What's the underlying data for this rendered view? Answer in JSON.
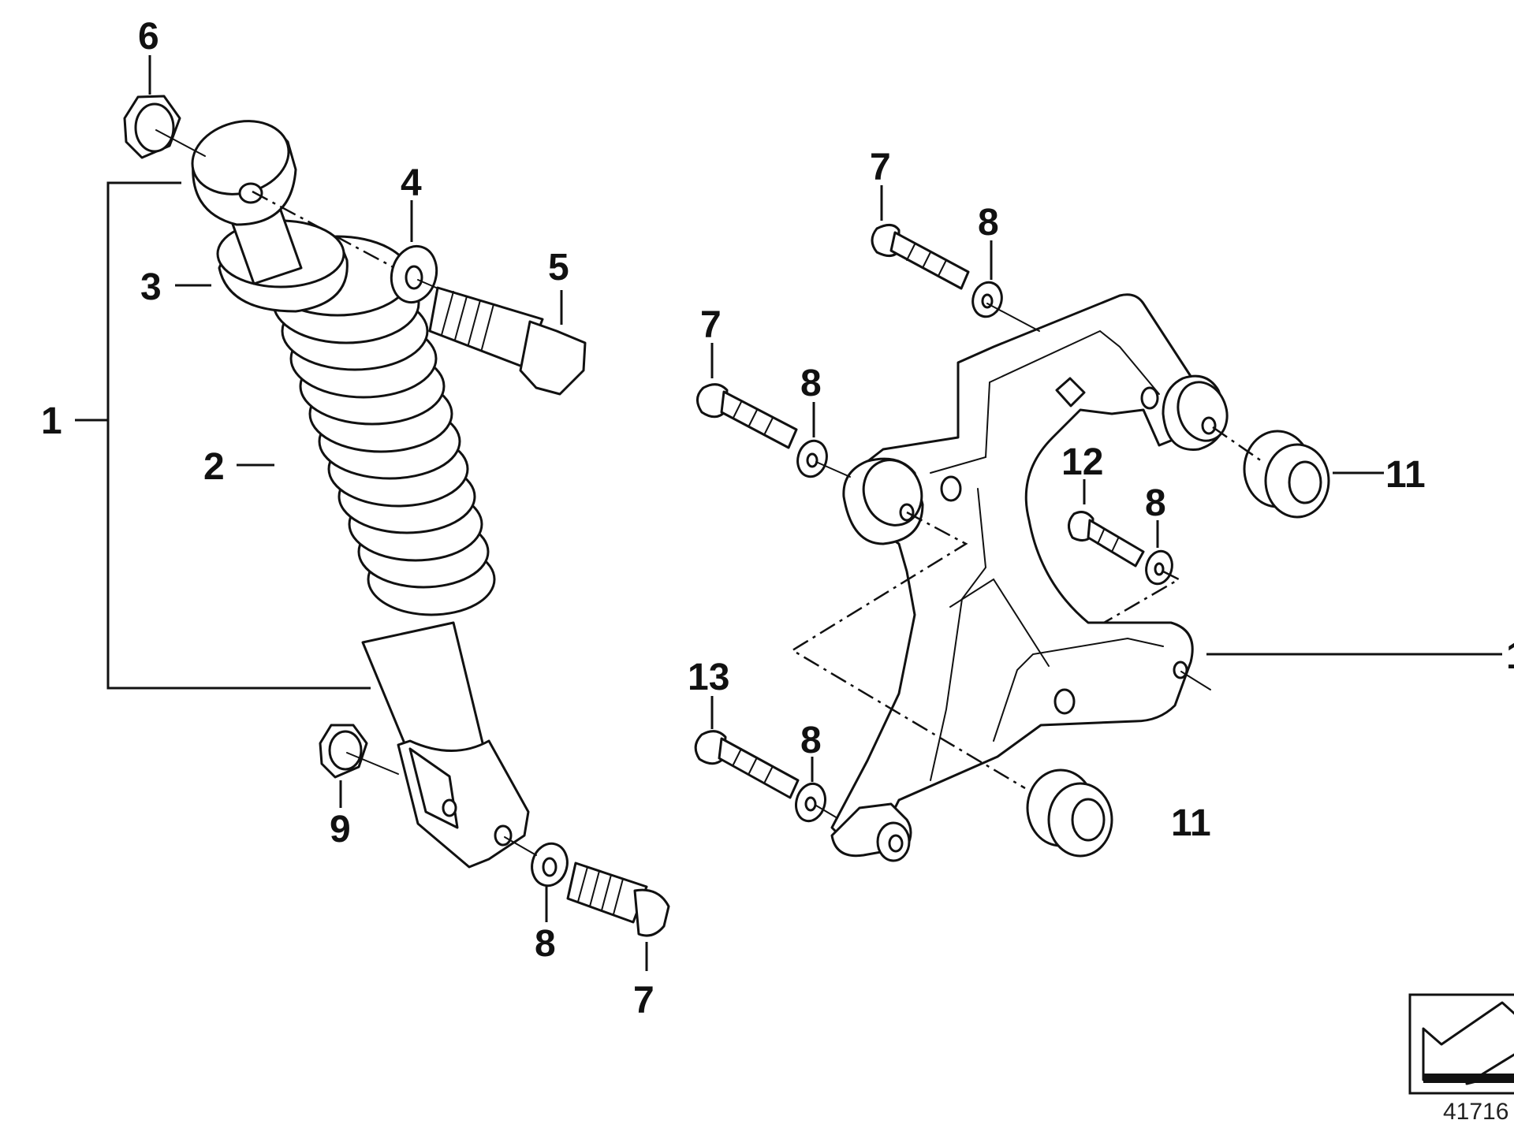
{
  "diagram": {
    "callouts": {
      "c1": "1",
      "c2": "2",
      "c3": "3",
      "c4": "4",
      "c5": "5",
      "c6": "6",
      "c7a": "7",
      "c7b": "7",
      "c7c": "7",
      "c8a": "8",
      "c8b": "8",
      "c8c": "8",
      "c8d": "8",
      "c8e": "8",
      "c9": "9",
      "c10": "1",
      "c11a": "11",
      "c11b": "11",
      "c12": "12",
      "c13": "13"
    },
    "reference_number": "41716"
  }
}
